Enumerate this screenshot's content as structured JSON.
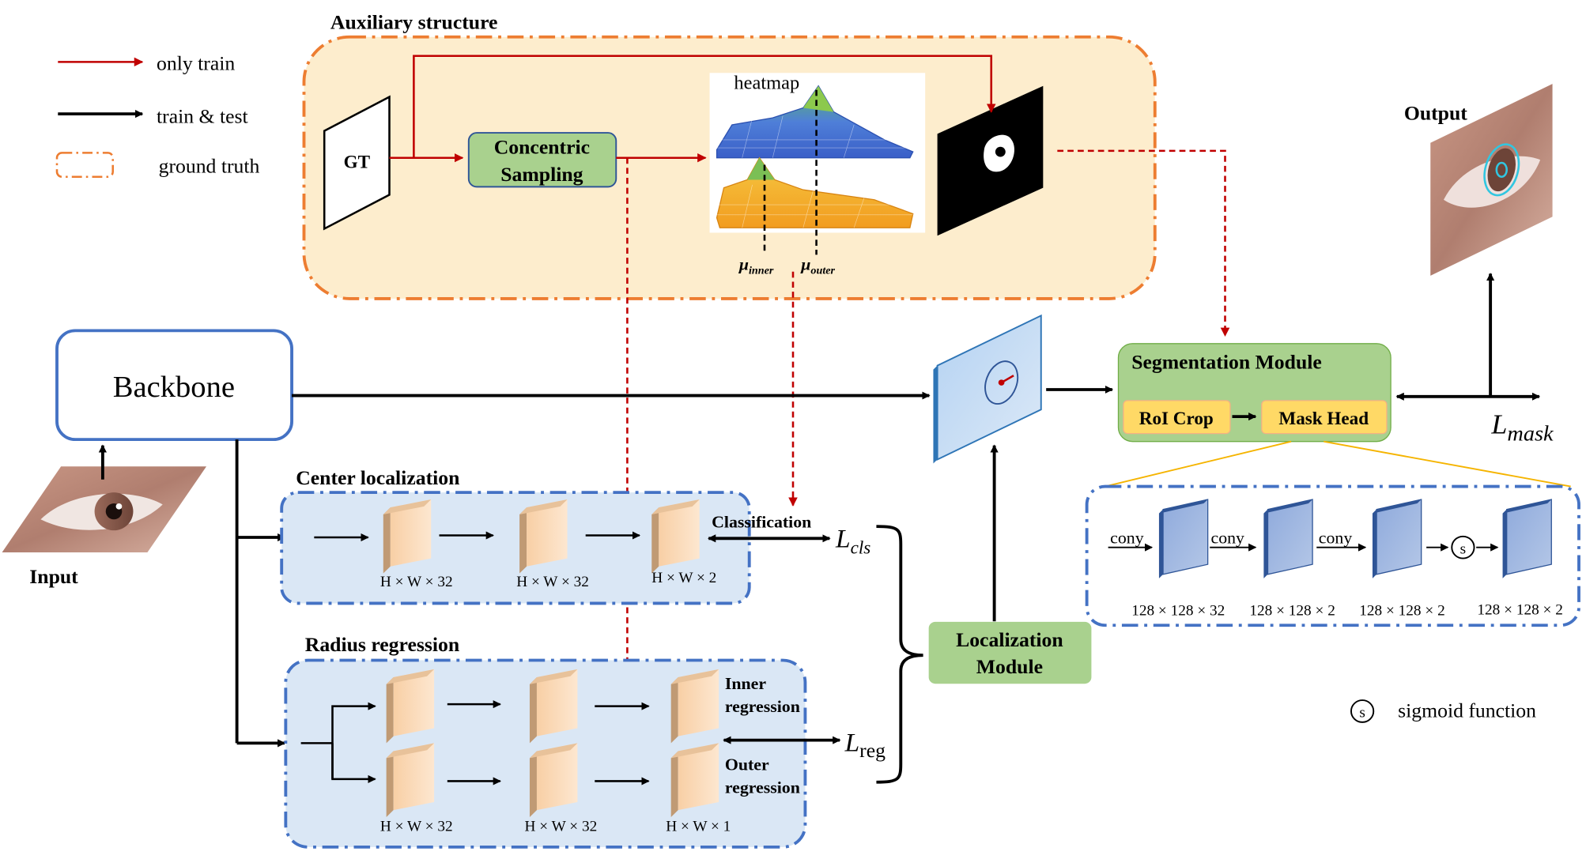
{
  "legend": {
    "only_train": "only train",
    "train_test": "train & test",
    "ground_truth": "ground truth",
    "sigmoid": "sigmoid function",
    "sigmoid_symbol": "s"
  },
  "auxiliary": {
    "title": "Auxiliary structure",
    "gt": "GT",
    "concentric_line1": "Concentric",
    "concentric_line2": "Sampling",
    "heatmap": "heatmap",
    "mu_inner": "μ",
    "mu_inner_sub": "inner",
    "mu_outer": "μ",
    "mu_outer_sub": "outer"
  },
  "backbone": "Backbone",
  "input_label": "Input",
  "output_label": "Output",
  "center": {
    "title": "Center localization",
    "dims": [
      "H × W × 32",
      "H × W × 32",
      "H × W × 2"
    ],
    "classification": "Classification",
    "loss": "L",
    "loss_sub": "cls"
  },
  "radius": {
    "title": "Radius regression",
    "inner_line1": "Inner",
    "inner_line2": "regression",
    "outer_line1": "Outer",
    "outer_line2": "regression",
    "dims": [
      "H × W × 32",
      "H × W × 32",
      "H × W × 1"
    ],
    "loss": "L",
    "loss_sub": "reg"
  },
  "localization": {
    "line1": "Localization",
    "line2": "Module"
  },
  "segmentation": {
    "title": "Segmentation Module",
    "roi": "RoI Crop",
    "mask_head": "Mask Head",
    "loss": "L",
    "loss_sub": "mask"
  },
  "mask_head_detail": {
    "convs": [
      "cony",
      "cony",
      "cony"
    ],
    "dims": [
      "128 × 128 × 32",
      "128 × 128 × 2",
      "128 × 128 × 2",
      "128 × 128 × 2"
    ]
  },
  "colors": {
    "red_arrow": "#c00000",
    "orange_dash": "#ed7d31",
    "blue_dash": "#4472c4",
    "green_box": "#a9d18e",
    "yellow_box": "#ffd966"
  }
}
